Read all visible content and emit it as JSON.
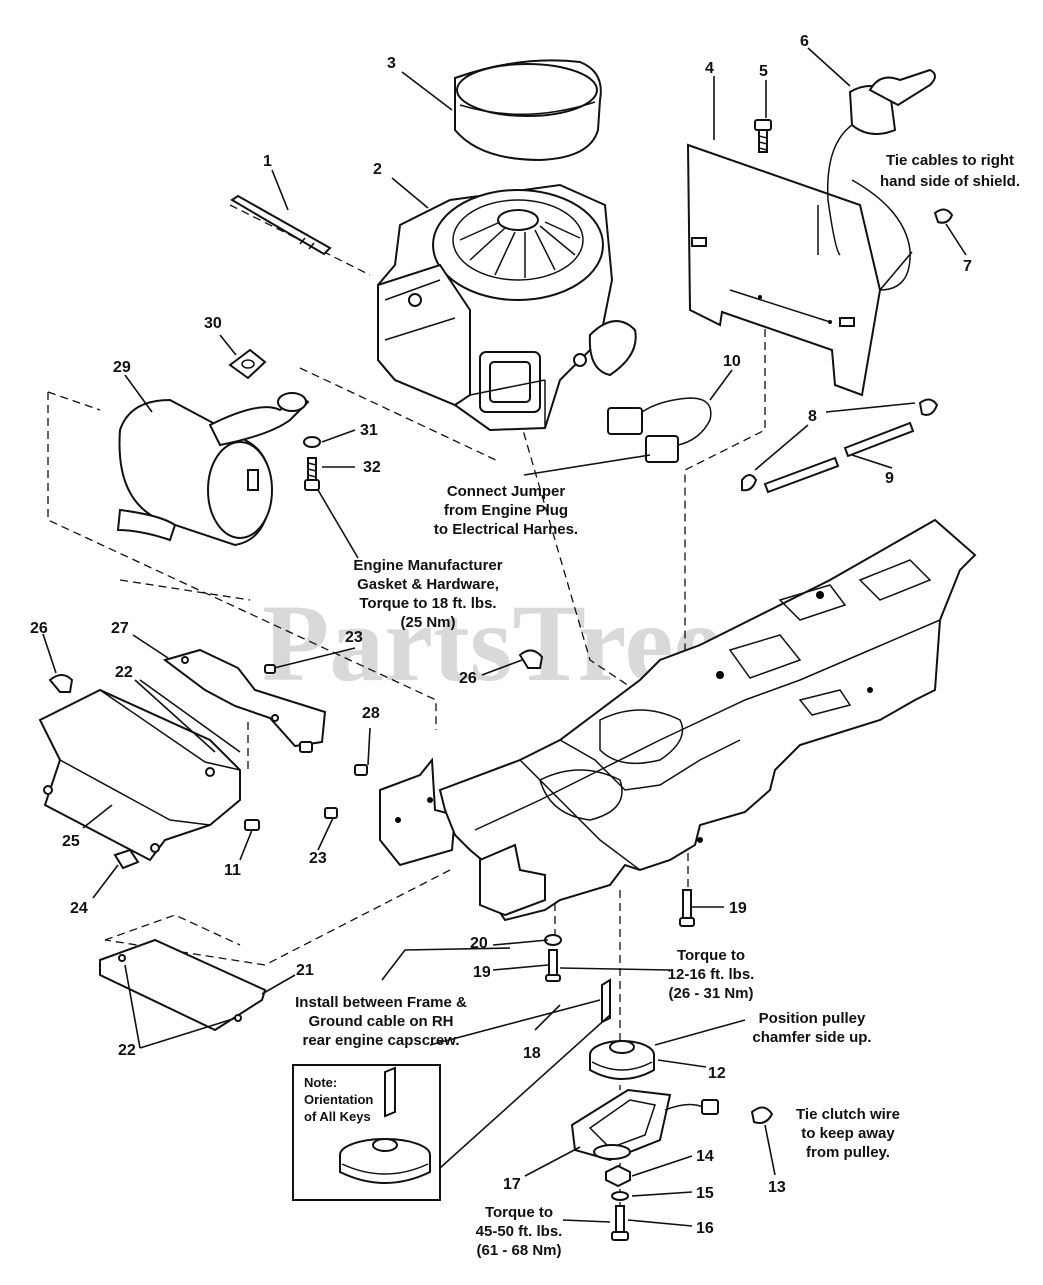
{
  "watermark": "PartsTree",
  "callouts": {
    "c1": "1",
    "c2": "2",
    "c3": "3",
    "c4": "4",
    "c5": "5",
    "c6": "6",
    "c7": "7",
    "c8": "8",
    "c9": "9",
    "c10": "10",
    "c11": "11",
    "c12": "12",
    "c13": "13",
    "c14": "14",
    "c15": "15",
    "c16": "16",
    "c17": "17",
    "c18": "18",
    "c19a": "19",
    "c19b": "19",
    "c20": "20",
    "c21": "21",
    "c22a": "22",
    "c22b": "22",
    "c23a": "23",
    "c23b": "23",
    "c24": "24",
    "c25": "25",
    "c26a": "26",
    "c26b": "26",
    "c27": "27",
    "c28": "28",
    "c29": "29",
    "c30": "30",
    "c31": "31",
    "c32": "32"
  },
  "notes": {
    "tie_cables": [
      "Tie cables to right",
      "hand side of shield."
    ],
    "connect_jumper": [
      "Connect Jumper",
      "from Engine Plug",
      "to Electrical Harnes."
    ],
    "engine_mfr": [
      "Engine Manufacturer",
      "Gasket & Hardware,",
      "Torque to 18 ft. lbs.",
      "(25 Nm)"
    ],
    "install_between": [
      "Install between Frame &",
      "Ground cable on RH",
      "rear engine capscrew."
    ],
    "torque_12_16": [
      "Torque to",
      "12-16 ft. lbs.",
      "(26 - 31 Nm)"
    ],
    "position_pulley": [
      "Position pulley",
      "chamfer side up."
    ],
    "tie_clutch": [
      "Tie clutch wire",
      "to keep away",
      "from pulley."
    ],
    "torque_45_50": [
      "Torque to",
      "45-50 ft. lbs.",
      "(61 - 68 Nm)"
    ],
    "orientation": [
      "Note:",
      "Orientation",
      "of All Keys"
    ]
  }
}
